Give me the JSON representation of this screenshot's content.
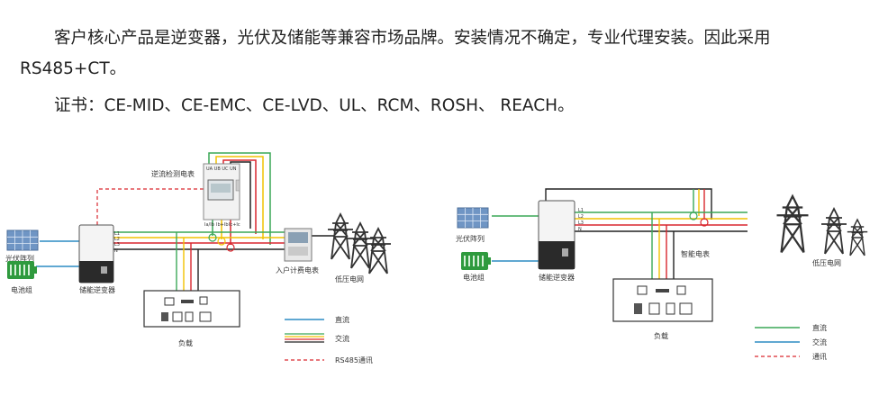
{
  "text": {
    "para1": "客户核心产品是逆变器，光伏及储能等兼容市场品牌。安装情况不确定，专业代理安装。因此采用RS485+CT。",
    "para2": "证书：CE-MID、CE-EMC、CE-LVD、UL、RCM、ROSH、 REACH。"
  },
  "diagram_left": {
    "meter_title": "逆流检测电表",
    "meter_terminals": "UA UB UC UN",
    "meter_bottom_terminals": [
      "Ia/Ib",
      "Ib+Ib",
      "Ic+Ic"
    ],
    "pv_label": "光伏阵列",
    "battery_label": "电池组",
    "inverter_label": "储能逆变器",
    "household_meter_label": "入户计费电表",
    "grid_label": "低压电网",
    "load_label": "负载",
    "lines": [
      "L1",
      "L2",
      "L3",
      "N"
    ],
    "legend": [
      {
        "label": "直流",
        "color": "#2b8cc4"
      },
      {
        "label": "交流",
        "color": "multi"
      },
      {
        "label": "RS485通讯",
        "color": "#d9272e"
      }
    ]
  },
  "diagram_right": {
    "pv_label": "光伏阵列",
    "battery_label": "电池组",
    "inverter_label": "储能逆变器",
    "smart_meter_label": "智能电表",
    "grid_label": "低压电网",
    "load_label": "负载",
    "lines": [
      "L1",
      "L2",
      "L3",
      "N"
    ],
    "legend": [
      {
        "label": "直流",
        "color": "#3aa757"
      },
      {
        "label": "交流",
        "color": "#2b8cc4"
      },
      {
        "label": "通讯",
        "color": "#d9272e"
      }
    ]
  },
  "colors": {
    "green": "#3aa757",
    "yellow": "#f2c200",
    "red": "#d9272e",
    "black": "#222222",
    "blue": "#2b8cc4"
  }
}
